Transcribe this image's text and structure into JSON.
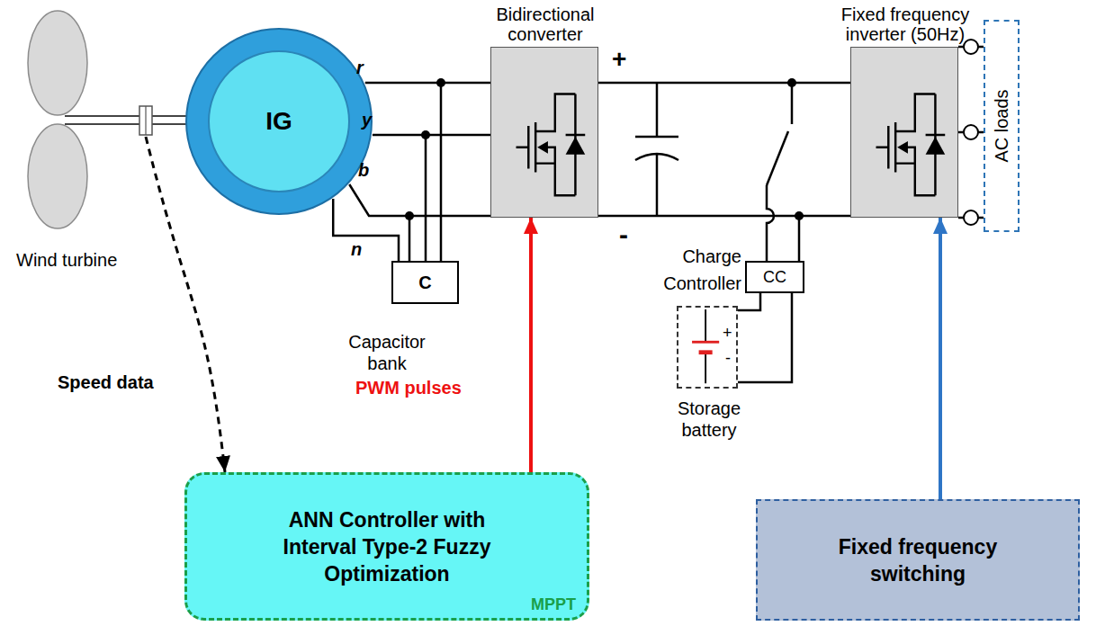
{
  "diagram": {
    "nodes": [
      {
        "text": [
          "Wind turbine"
        ]
      },
      {
        "text": [
          "IG"
        ]
      },
      {
        "text": [
          "C",
          "Capacitor bank"
        ]
      },
      {
        "text": [
          "Bidirectional converter"
        ]
      },
      {
        "text": [
          "CC",
          "Charge Controller"
        ]
      },
      {
        "text": [
          "Storage battery"
        ]
      },
      {
        "text": [
          "Fixed frequency inverter (50Hz)"
        ]
      },
      {
        "text": [
          "AC loads"
        ]
      },
      {
        "text": [
          "ANN Controller with Interval Type-2 Fuzzy Optimization",
          "MPPT"
        ]
      },
      {
        "text": [
          "Fixed frequency switching"
        ]
      }
    ],
    "edges": [
      {
        "from": 0,
        "to": 8,
        "arrow": "to",
        "label": "Speed data"
      },
      {
        "from": 8,
        "to": 3,
        "arrow": "to",
        "label": "PWM pulses"
      },
      {
        "from": 9,
        "to": 6,
        "arrow": "to"
      },
      {
        "from": 0,
        "to": 1,
        "arrow": "none"
      },
      {
        "from": 1,
        "to": 3,
        "arrow": "none"
      },
      {
        "from": 1,
        "to": 2,
        "arrow": "none"
      },
      {
        "from": 3,
        "to": 6,
        "arrow": "none"
      },
      {
        "from": 4,
        "to": 5,
        "arrow": "none"
      },
      {
        "from": 6,
        "to": 7,
        "arrow": "none"
      }
    ],
    "labels": [
      "r",
      "y",
      "b",
      "n",
      "+",
      "-",
      "+",
      "-"
    ]
  }
}
